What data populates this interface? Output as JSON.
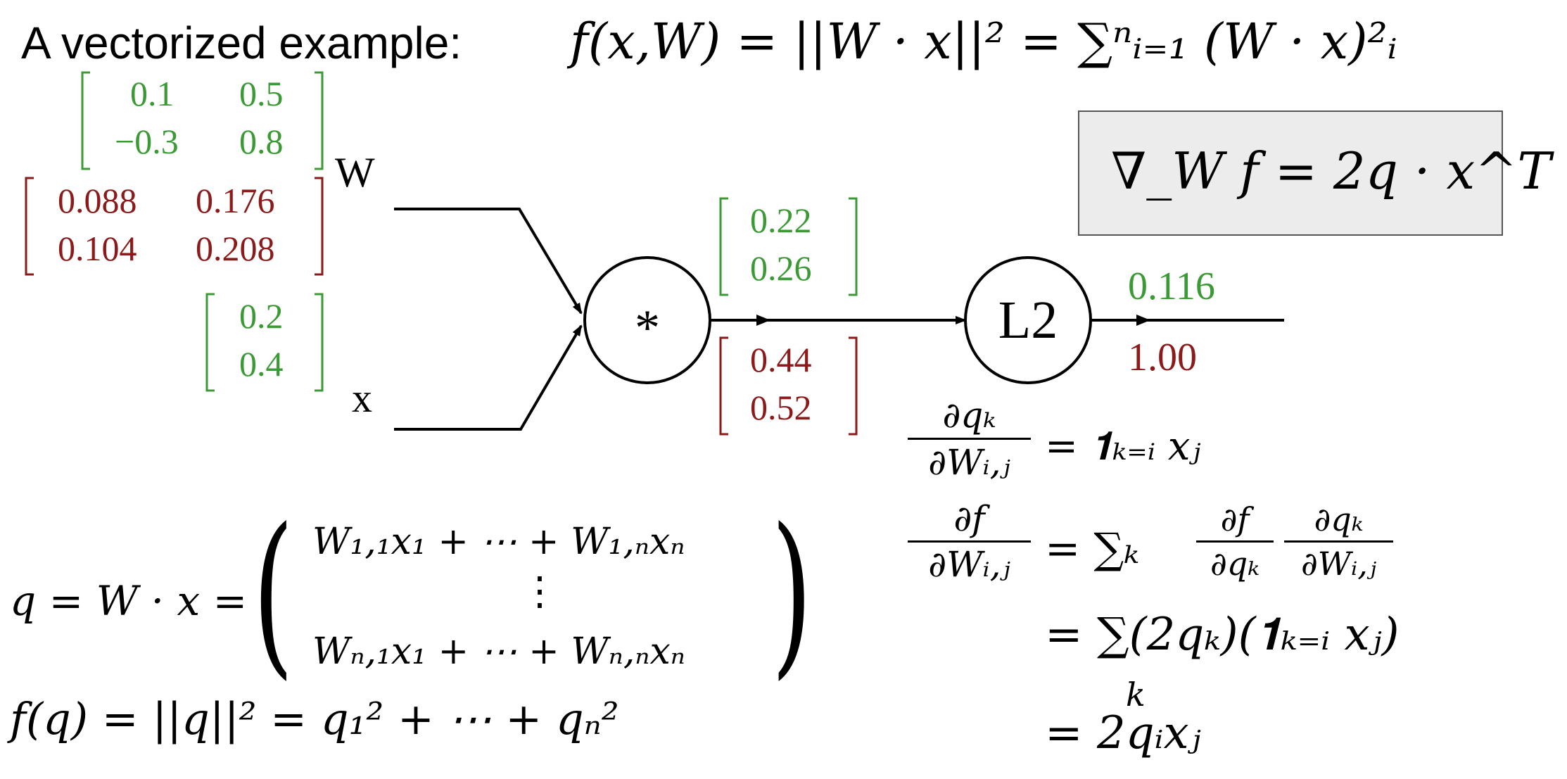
{
  "title": {
    "label": "A vectorized example:",
    "formula": "f(x,W) = ||W · x||² = ∑ⁿᵢ₌₁ (W · x)²ᵢ"
  },
  "gradient_box": {
    "formula": "∇_W f = 2q · x^T"
  },
  "graph": {
    "W_label": "W",
    "x_label": "x",
    "mult_symbol": "*",
    "l2_label": "L2",
    "W_values": [
      [
        "0.1",
        "0.5"
      ],
      [
        "−0.3",
        "0.8"
      ]
    ],
    "W_grads": [
      [
        "0.088",
        "0.176"
      ],
      [
        "0.104",
        "0.208"
      ]
    ],
    "x_values": [
      "0.2",
      "0.4"
    ],
    "q_values": [
      "0.22",
      "0.26"
    ],
    "q_grads": [
      "0.44",
      "0.52"
    ],
    "out_value": "0.116",
    "out_grad": "1.00",
    "colors": {
      "forward": "#3c9a36",
      "backward": "#8b1a1a",
      "line": "#000000",
      "box_fill": "#ececec"
    }
  },
  "equations": {
    "q_def": "q = W · x =",
    "q_row1": "W₁,₁x₁ + ⋯ + W₁,ₙxₙ",
    "q_dots": "⋮",
    "q_row3": "Wₙ,₁x₁ + ⋯ + Wₙ,ₙxₙ",
    "f_def": "f(q) = ||q||² = q₁² + ⋯ + qₙ²",
    "d1_lhs_num": "∂qₖ",
    "d1_lhs_den": "∂Wᵢ,ⱼ",
    "d1_rhs": "= 𝟏ₖ₌ᵢ xⱼ",
    "d2_lhs_num": "∂f",
    "d2_lhs_den": "∂Wᵢ,ⱼ",
    "d2_rhs_sum": "= ∑ₖ",
    "d2_f1_num": "∂f",
    "d2_f1_den": "∂qₖ",
    "d2_f2_num": "∂qₖ",
    "d2_f2_den": "∂Wᵢ,ⱼ",
    "d3": "= ∑(2qₖ)(𝟏ₖ₌ᵢ xⱼ)",
    "d3_sub": "k",
    "d4": "= 2qᵢxⱼ"
  }
}
